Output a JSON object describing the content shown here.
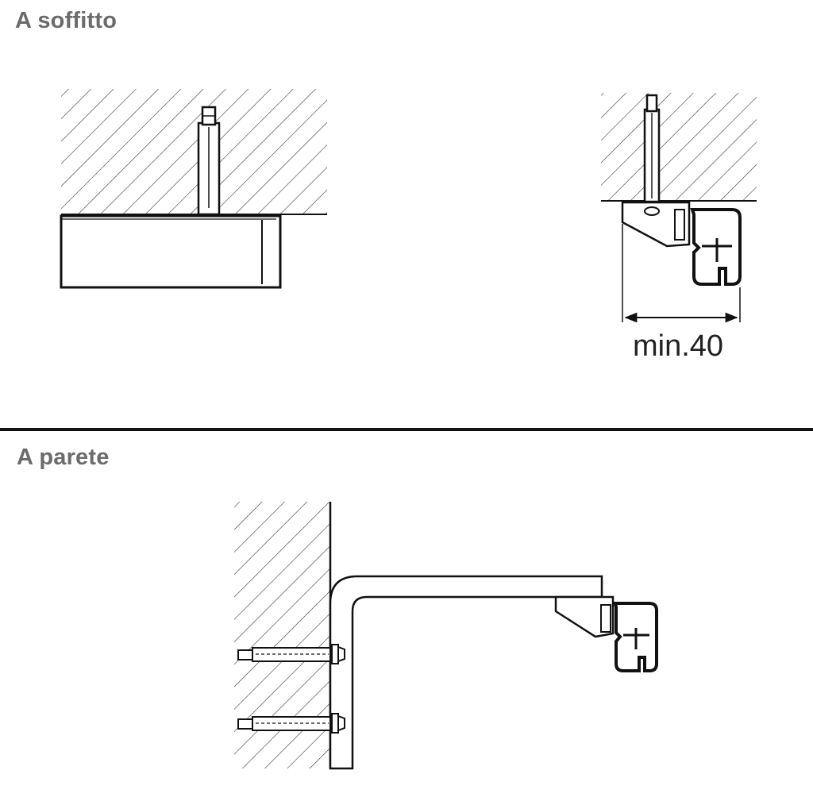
{
  "sections": {
    "ceiling": {
      "title": "A soffitto"
    },
    "wall": {
      "title": "A parete"
    }
  },
  "dimension": {
    "label": "min.40"
  },
  "colors": {
    "title_text": "#6b6b6b",
    "line": "#111111",
    "hatch": "#444444",
    "background": "#ffffff"
  }
}
